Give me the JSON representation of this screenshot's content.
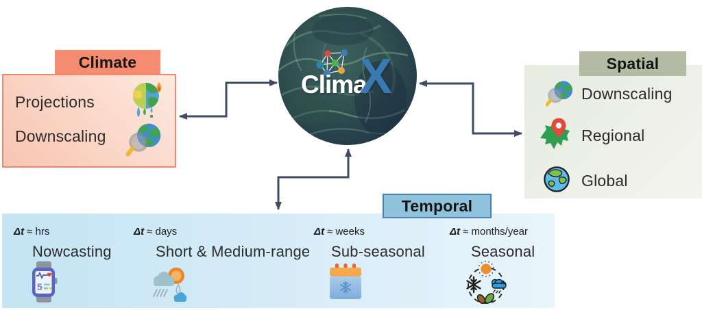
{
  "logo": {
    "main": "Clima",
    "x": "X"
  },
  "climate": {
    "title": "Climate",
    "items": [
      {
        "label": "Projections",
        "icon": "melting-earth-icon"
      },
      {
        "label": "Downscaling",
        "icon": "earth-magnifier-icon"
      }
    ]
  },
  "spatial": {
    "title": "Spatial",
    "items": [
      {
        "label": "Downscaling",
        "icon": "earth-magnifier-icon"
      },
      {
        "label": "Regional",
        "icon": "region-pin-icon"
      },
      {
        "label": "Global",
        "icon": "globe-icon"
      }
    ]
  },
  "temporal": {
    "title": "Temporal",
    "items": [
      {
        "dt": "Δt",
        "approx": "≈ hrs",
        "label": "Nowcasting",
        "icon": "smartwatch-icon"
      },
      {
        "dt": "Δt",
        "approx": "≈ days",
        "label": "Short & Medium-range",
        "icon": "weather-icon"
      },
      {
        "dt": "Δt",
        "approx": "≈ weeks",
        "label": "Sub-seasonal",
        "icon": "calendar-snowflake-icon"
      },
      {
        "dt": "Δt",
        "approx": "≈ months/year",
        "label": "Seasonal",
        "icon": "seasons-icon"
      }
    ]
  },
  "colors": {
    "climate_tab": "#F68C6F",
    "climate_border": "#F1876D",
    "spatial_tab": "#B3BBA3",
    "temporal_tab": "#8FC3DC",
    "temporal_tab_border": "#4D7FBE",
    "arrow": "#3E4B61",
    "logo_x": "#3B79B3"
  }
}
